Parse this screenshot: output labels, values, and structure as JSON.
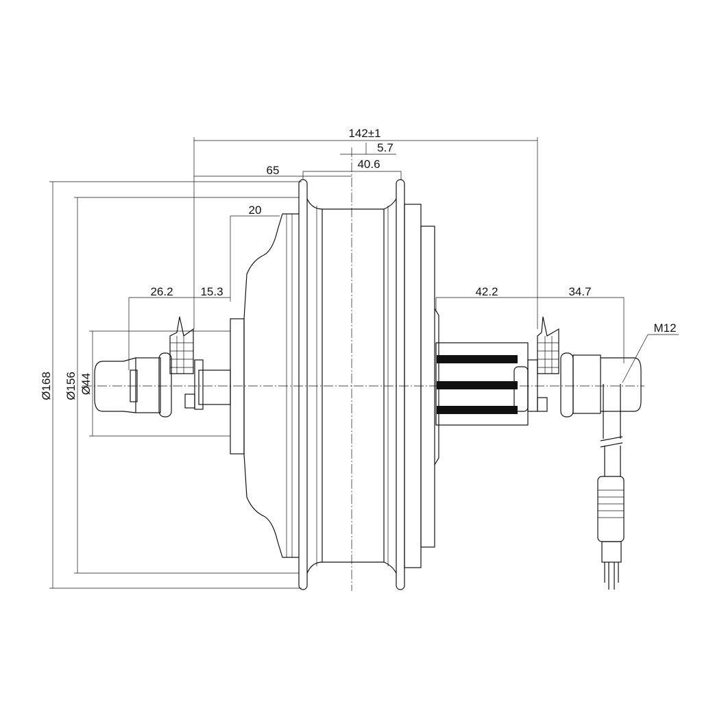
{
  "drawing": {
    "title": "Hub motor dimension drawing",
    "dimensions": {
      "overall_width": "142±1",
      "center_offset": "5.7",
      "flange_spacing": "40.6",
      "left_to_center": "65",
      "left_cover": "20",
      "left_axle": "26.2",
      "left_spacer": "15.3",
      "right_spacer": "42.2",
      "right_axle": "34.7",
      "outer_diameter": "Ø168",
      "flange_diameter": "Ø156",
      "hub_diameter": "Ø44",
      "thread": "M12"
    }
  }
}
